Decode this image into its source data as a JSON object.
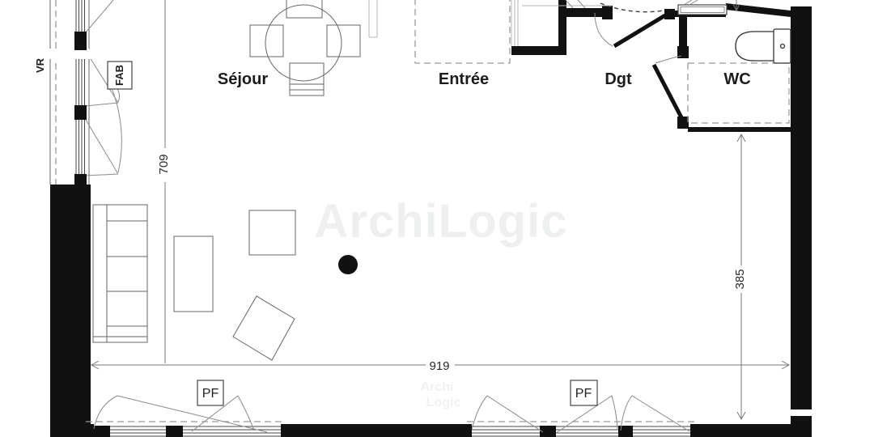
{
  "labels": {
    "room_sejour": "Séjour",
    "room_entree": "Entrée",
    "room_dgt": "Dgt",
    "room_wc": "WC",
    "window_vr": "VR",
    "window_fab": "FAB",
    "window_pf_left": "PF",
    "window_pf_right": "PF"
  },
  "dimensions": {
    "vertical_left": "709",
    "horizontal_bottom": "919",
    "vertical_right": "385"
  },
  "watermark": {
    "main": "ArchiLogic",
    "small_line1": "Archi",
    "small_line2": "Logic"
  },
  "colors": {
    "wall": "#111111",
    "line": "#555555",
    "dashed": "#9a9a9a",
    "label": "#1c1c1c",
    "watermark": "#eef0f0"
  }
}
